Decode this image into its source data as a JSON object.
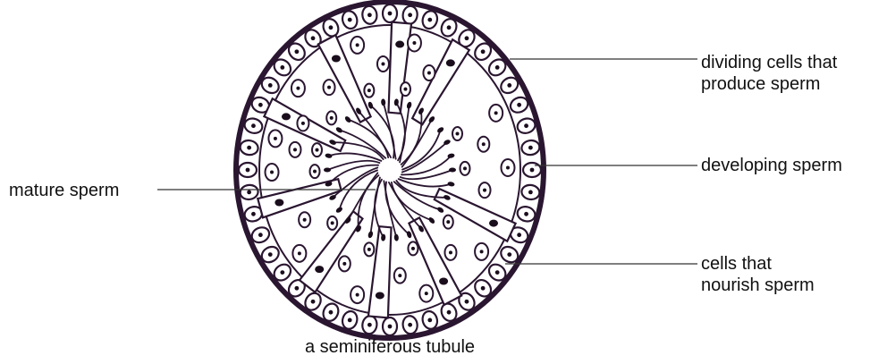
{
  "diagram": {
    "labels": {
      "dividing": "dividing cells that\nproduce sperm",
      "developing": "developing sperm",
      "mature": "mature sperm",
      "nourish": "cells that\nnourish sperm"
    },
    "caption": "a seminiferous tubule"
  },
  "colors": {
    "ink": "#2a1630",
    "nucleus": "#1a0d1c",
    "text": "#111111",
    "background": "#ffffff"
  }
}
